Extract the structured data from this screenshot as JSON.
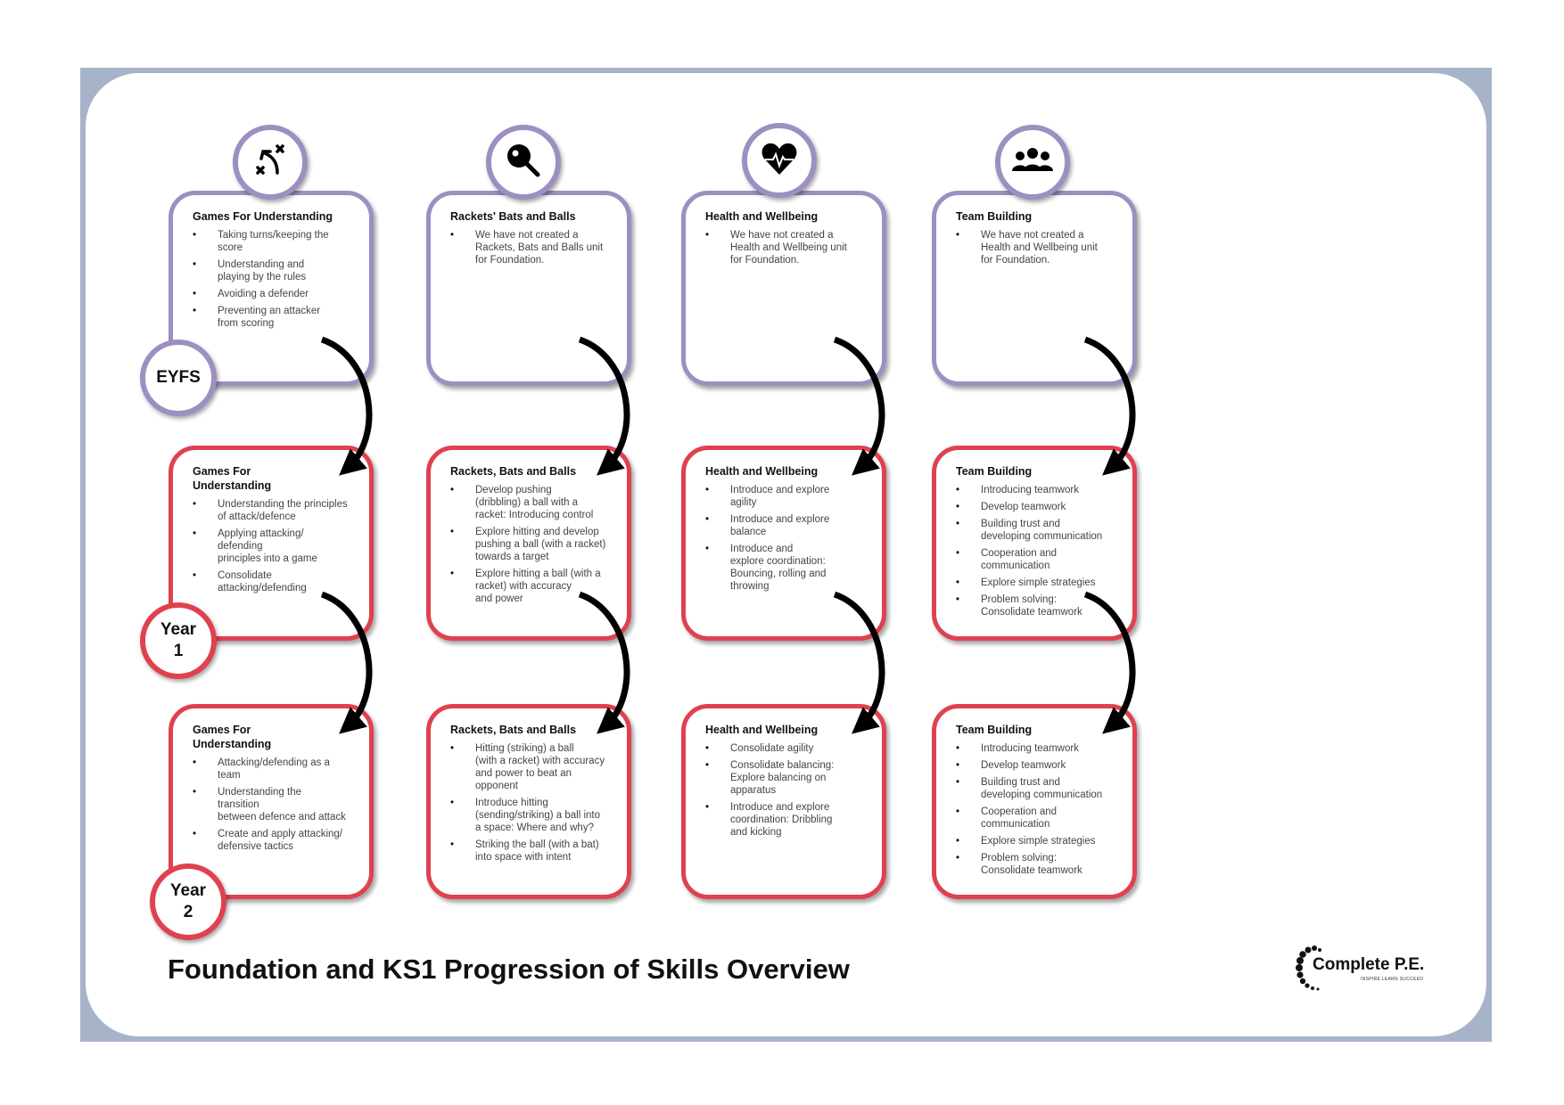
{
  "title": "Foundation and KS1 Progression of Skills Overview",
  "colors": {
    "eyfs_border": "#9d8fc1",
    "year_border": "#e0414f",
    "frame": "#a7b3c9"
  },
  "columns": [
    {
      "icon": "tactics-icon"
    },
    {
      "icon": "racket-ball-icon"
    },
    {
      "icon": "heart-pulse-icon"
    },
    {
      "icon": "team-people-icon"
    }
  ],
  "rows": [
    {
      "label": "EYFS",
      "cards": [
        {
          "heading": "Games For Understanding",
          "items": [
            "Taking turns/keeping the\nscore",
            "Understanding and\nplaying by the rules",
            "Avoiding a defender",
            "Preventing an attacker\nfrom scoring"
          ]
        },
        {
          "heading": "Rackets' Bats and Balls",
          "items": [
            "We have not created a\nRackets, Bats and Balls unit\nfor Foundation."
          ]
        },
        {
          "heading": "Health and Wellbeing",
          "items": [
            "We have not created a\nHealth and Wellbeing unit\nfor Foundation."
          ]
        },
        {
          "heading": "Team Building",
          "items": [
            "We have not created a\nHealth and Wellbeing unit\nfor Foundation."
          ]
        }
      ]
    },
    {
      "label": "Year\n1",
      "cards": [
        {
          "heading": "Games For\nUnderstanding",
          "items": [
            "Understanding the principles\n of attack/defence",
            "Applying attacking/\ndefending\nprinciples into a game",
            "Consolidate\nattacking/defending"
          ]
        },
        {
          "heading": "Rackets, Bats and Balls",
          "items": [
            "Develop pushing\n(dribbling) a ball with a\nracket: Introducing control",
            "Explore hitting and develop\npushing a ball (with a racket)\ntowards a target",
            "Explore hitting a ball (with a\nracket) with accuracy\nand power"
          ]
        },
        {
          "heading": "Health and Wellbeing",
          "items": [
            "Introduce and explore\nagility",
            "Introduce and explore\nbalance",
            "Introduce and\nexplore coordination:\nBouncing, rolling and\nthrowing"
          ]
        },
        {
          "heading": "Team Building",
          "items": [
            "Introducing teamwork",
            "Develop teamwork",
            "Building trust and\ndeveloping communication",
            "Cooperation and\ncommunication",
            "Explore simple strategies",
            "Problem solving:\nConsolidate teamwork"
          ]
        }
      ]
    },
    {
      "label": "Year\n2",
      "cards": [
        {
          "heading": "Games For\nUnderstanding",
          "items": [
            "Attacking/defending as a\nteam",
            "Understanding the\ntransition\nbetween defence and attack",
            "Create and apply attacking/\ndefensive tactics"
          ]
        },
        {
          "heading": "Rackets, Bats and Balls",
          "items": [
            "Hitting (striking) a ball\n(with a racket) with accuracy\nand power to beat an\nopponent",
            "Introduce hitting\n(sending/striking) a ball into\na space: Where and why?",
            "Striking the ball (with a bat)\ninto space with intent"
          ]
        },
        {
          "heading": "Health and Wellbeing",
          "items": [
            "Consolidate agility",
            "Consolidate balancing:\nExplore balancing on\napparatus",
            "Introduce and explore\ncoordination: Dribbling\nand kicking"
          ]
        },
        {
          "heading": "Team Building",
          "items": [
            "Introducing teamwork",
            "Develop teamwork",
            "Building trust and\ndeveloping communication",
            "Cooperation and\ncommunication",
            "Explore simple strategies",
            "Problem solving:\nConsolidate teamwork"
          ]
        }
      ]
    }
  ],
  "logo": {
    "name": "Complete P.E.",
    "tagline": "INSPIRE LEARN SUCCEED"
  }
}
